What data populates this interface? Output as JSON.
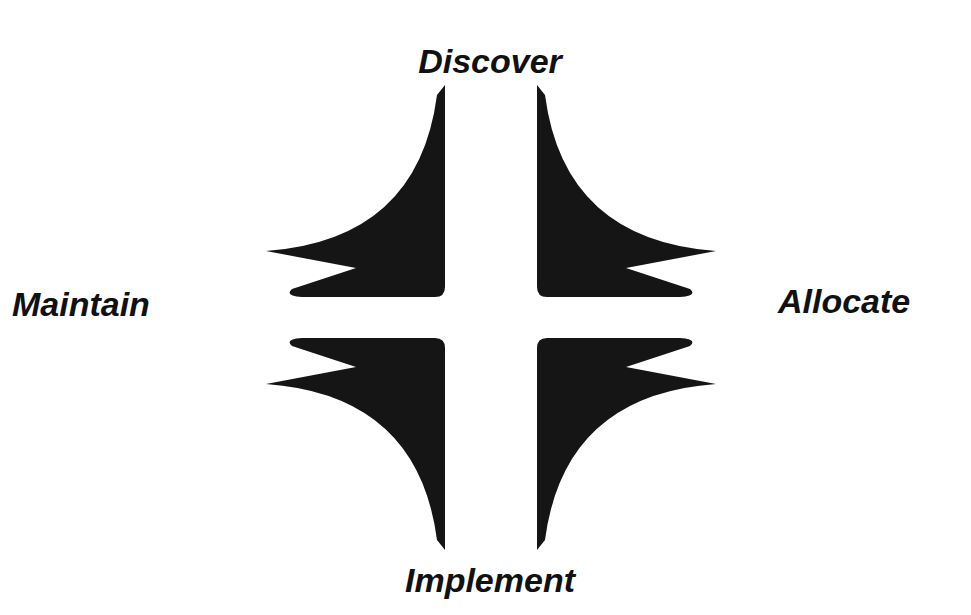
{
  "diagram": {
    "labels": [
      "Discover",
      "Maintain",
      "Allocate",
      "Implement"
    ]
  }
}
